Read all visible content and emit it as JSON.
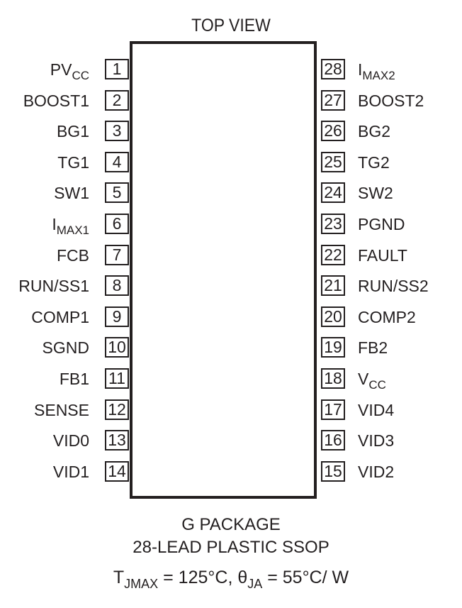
{
  "title": "TOP VIEW",
  "left_pins": [
    {
      "num": "1",
      "name": "PV",
      "sub": "CC"
    },
    {
      "num": "2",
      "name": "BOOST1",
      "sub": ""
    },
    {
      "num": "3",
      "name": "BG1",
      "sub": ""
    },
    {
      "num": "4",
      "name": "TG1",
      "sub": ""
    },
    {
      "num": "5",
      "name": "SW1",
      "sub": ""
    },
    {
      "num": "6",
      "name": "I",
      "sub": "MAX1"
    },
    {
      "num": "7",
      "name": "FCB",
      "sub": ""
    },
    {
      "num": "8",
      "name": "RUN/SS1",
      "sub": ""
    },
    {
      "num": "9",
      "name": "COMP1",
      "sub": ""
    },
    {
      "num": "10",
      "name": "SGND",
      "sub": ""
    },
    {
      "num": "11",
      "name": "FB1",
      "sub": ""
    },
    {
      "num": "12",
      "name": "SENSE",
      "sub": ""
    },
    {
      "num": "13",
      "name": "VID0",
      "sub": ""
    },
    {
      "num": "14",
      "name": "VID1",
      "sub": ""
    }
  ],
  "right_pins": [
    {
      "num": "28",
      "name": "I",
      "sub": "MAX2"
    },
    {
      "num": "27",
      "name": "BOOST2",
      "sub": ""
    },
    {
      "num": "26",
      "name": "BG2",
      "sub": ""
    },
    {
      "num": "25",
      "name": "TG2",
      "sub": ""
    },
    {
      "num": "24",
      "name": "SW2",
      "sub": ""
    },
    {
      "num": "23",
      "name": "PGND",
      "sub": ""
    },
    {
      "num": "22",
      "name": "FAULT",
      "sub": ""
    },
    {
      "num": "21",
      "name": "RUN/SS2",
      "sub": ""
    },
    {
      "num": "20",
      "name": "COMP2",
      "sub": ""
    },
    {
      "num": "19",
      "name": "FB2",
      "sub": ""
    },
    {
      "num": "18",
      "name": "V",
      "sub": "CC"
    },
    {
      "num": "17",
      "name": "VID4",
      "sub": ""
    },
    {
      "num": "16",
      "name": "VID3",
      "sub": ""
    },
    {
      "num": "15",
      "name": "VID2",
      "sub": ""
    }
  ],
  "package": {
    "line1": "G PACKAGE",
    "line2": "28-LEAD PLASTIC SSOP"
  },
  "thermal": {
    "t": "T",
    "t_sub": "JMAX",
    "t_val": " = 125°C, ",
    "theta": "θ",
    "theta_sub": "JA",
    "theta_val": " = 55°C/ W"
  }
}
